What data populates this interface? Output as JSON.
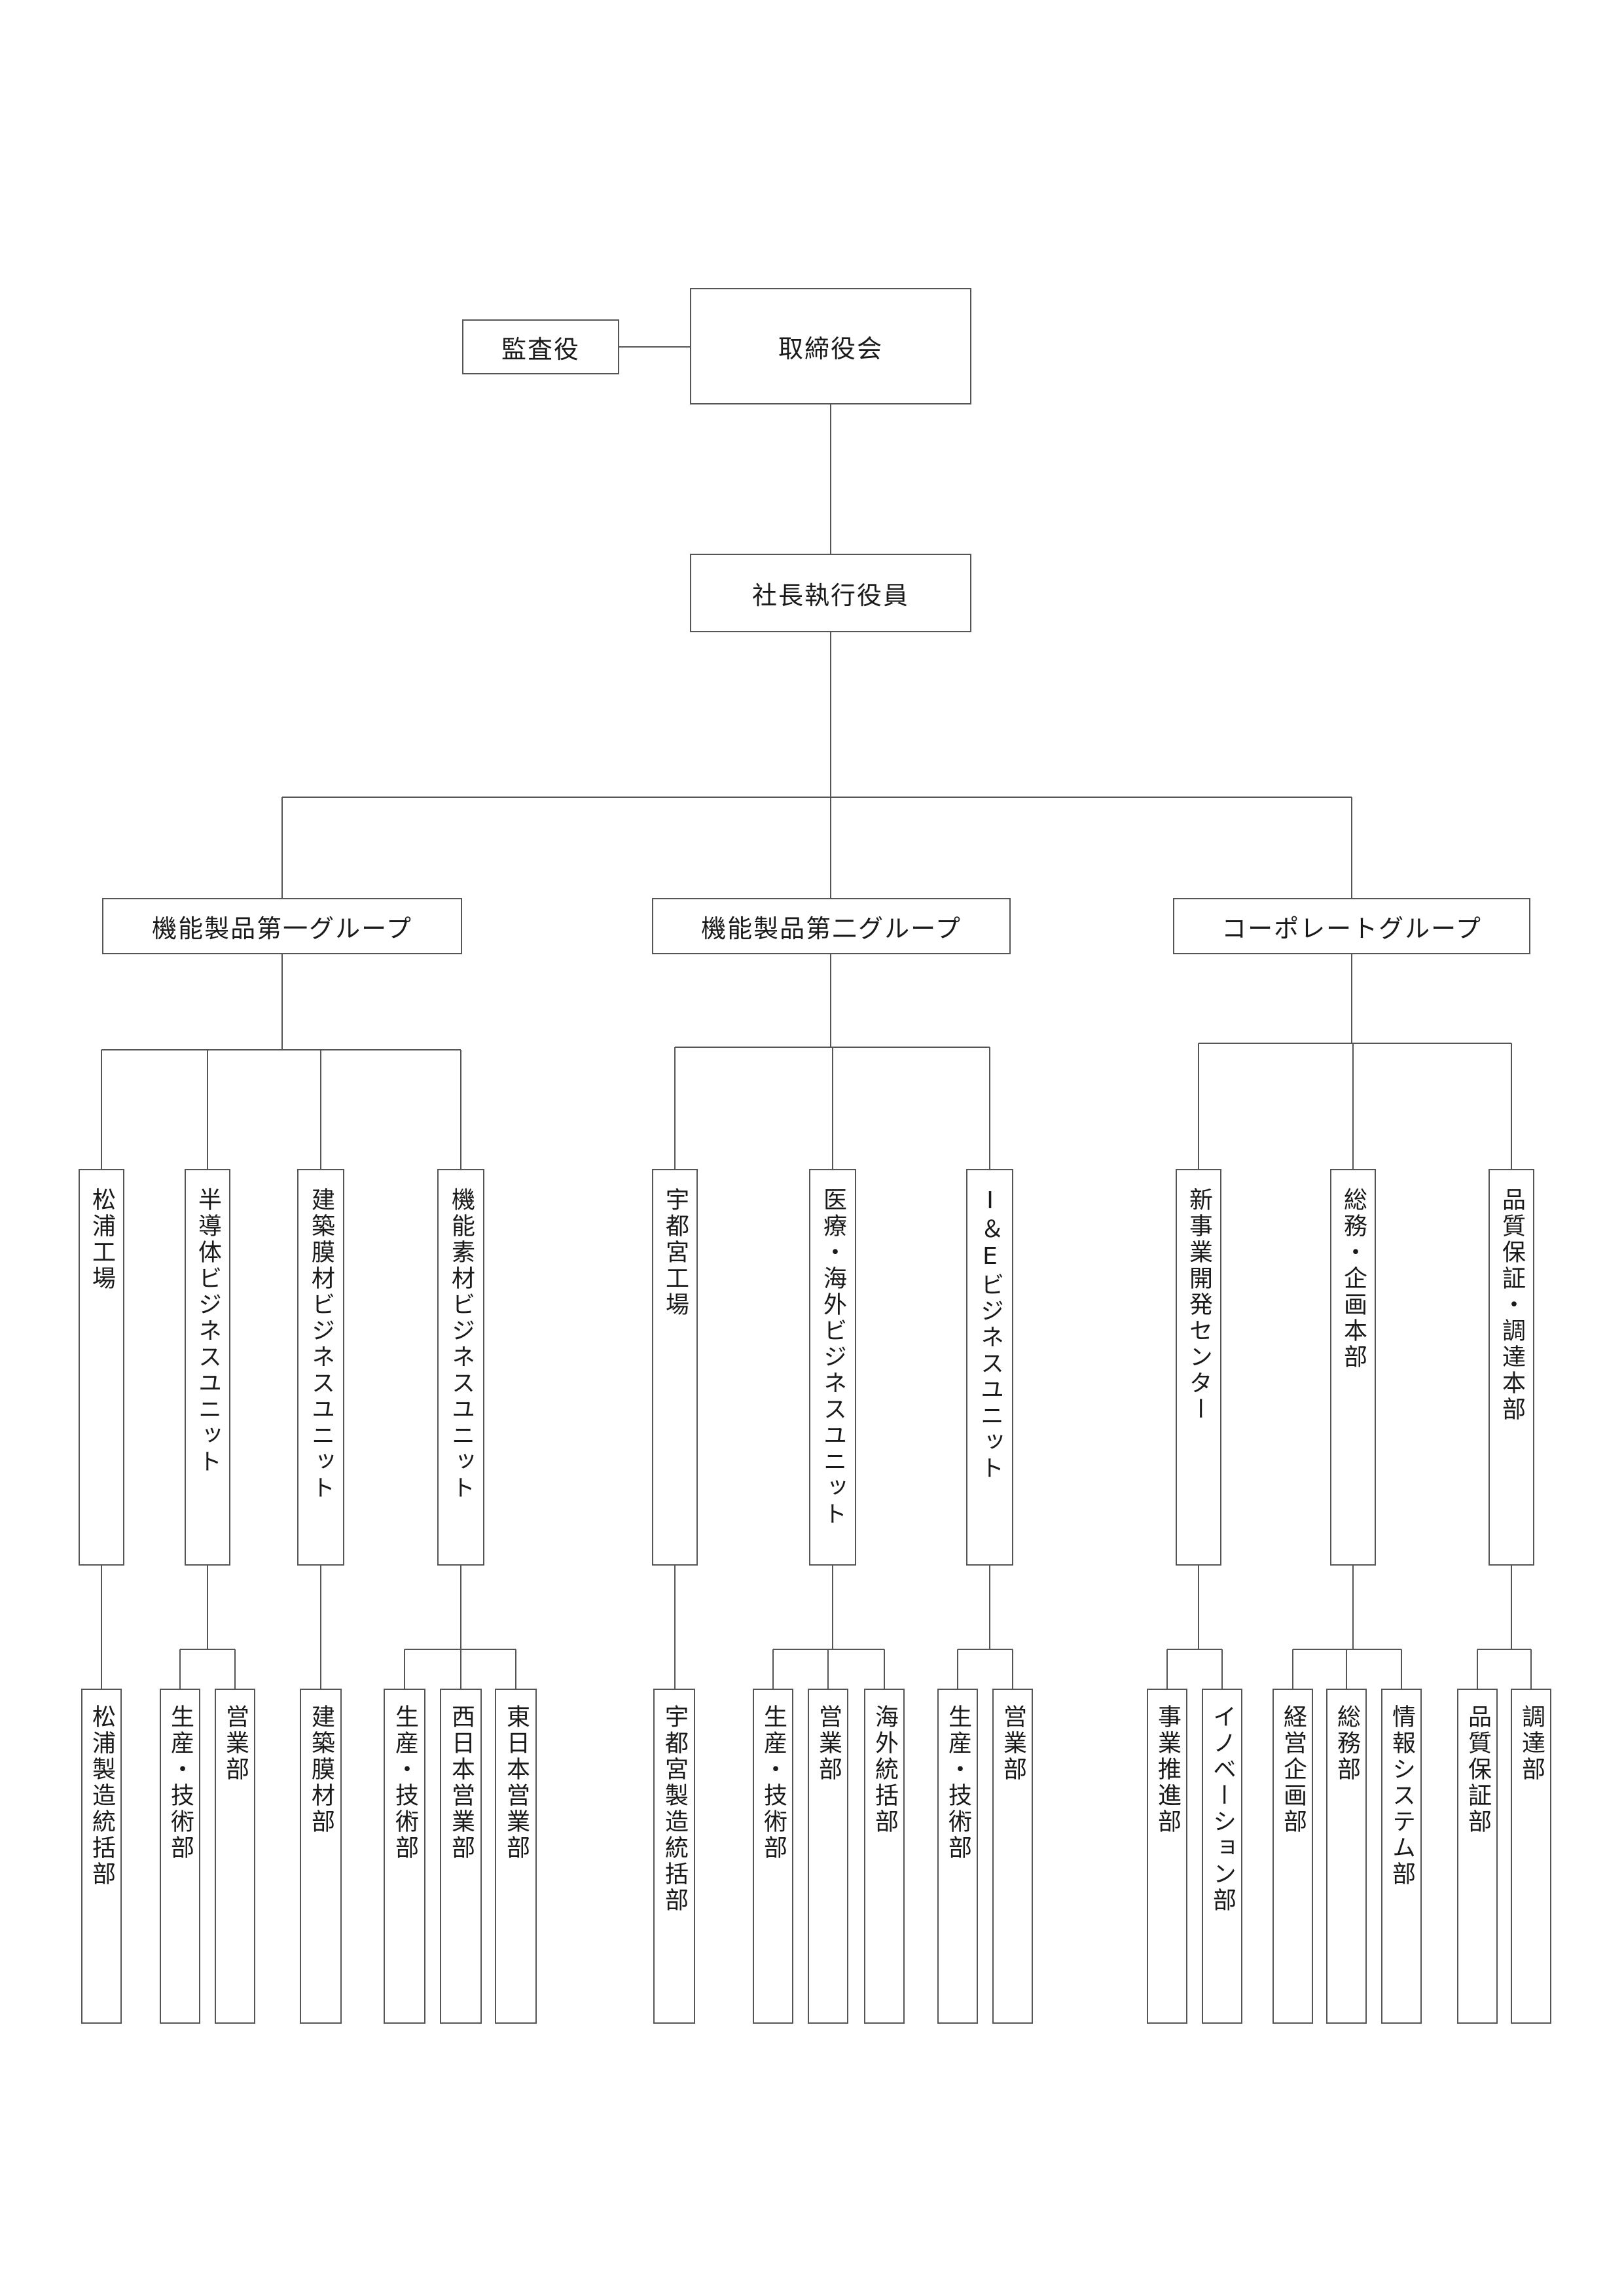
{
  "org_chart": {
    "auditor": "監査役",
    "board": "取締役会",
    "president": "社長執行役員",
    "groups": [
      {
        "name": "機能製品第一グループ",
        "units": [
          {
            "name": "松浦工場",
            "departments": [
              "松浦製造統括部"
            ]
          },
          {
            "name": "半導体ビジネスユニット",
            "departments": [
              "生産・技術部",
              "営業部"
            ]
          },
          {
            "name": "建築膜材ビジネスユニット",
            "departments": [
              "建築膜材部"
            ]
          },
          {
            "name": "機能素材ビジネスユニット",
            "departments": [
              "生産・技術部",
              "西日本営業部",
              "東日本営業部"
            ]
          }
        ]
      },
      {
        "name": "機能製品第二グループ",
        "units": [
          {
            "name": "宇都宮工場",
            "departments": [
              "宇都宮製造統括部"
            ]
          },
          {
            "name": "医療・海外ビジネスユニット",
            "departments": [
              "生産・技術部",
              "営業部",
              "海外統括部"
            ]
          },
          {
            "name": "I＆Eビジネスユニット",
            "departments": [
              "生産・技術部",
              "営業部"
            ]
          }
        ]
      },
      {
        "name": "コーポレートグループ",
        "units": [
          {
            "name": "新事業開発センター",
            "departments": [
              "事業推進部",
              "イノベーション部"
            ]
          },
          {
            "name": "総務・企画本部",
            "departments": [
              "経営企画部",
              "総務部",
              "情報システム部"
            ]
          },
          {
            "name": "品質保証・調達本部",
            "departments": [
              "品質保証部",
              "調達部"
            ]
          }
        ]
      }
    ]
  }
}
